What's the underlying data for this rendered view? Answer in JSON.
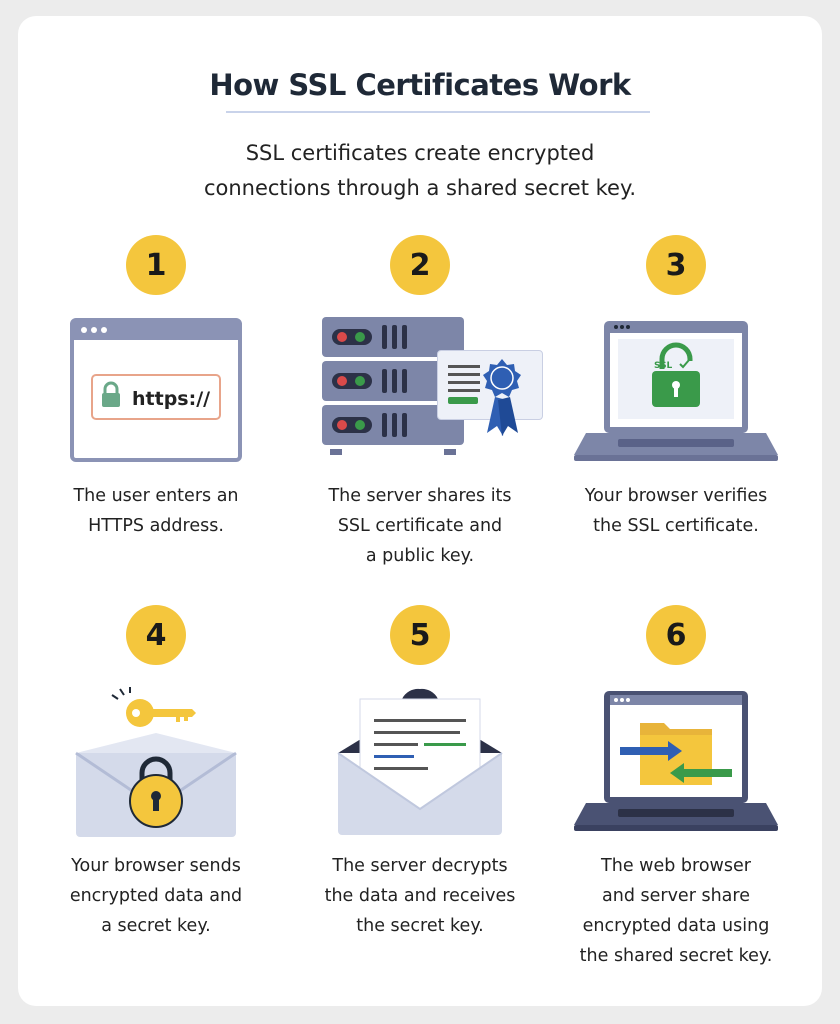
{
  "title": "How SSL Certificates Work",
  "subtitle_line1": "SSL certificates create encrypted",
  "subtitle_line2": "connections through a shared secret key.",
  "colors": {
    "badge": "#f4c63d",
    "frame": "#8b93b5",
    "accent_green": "#3a9a4a",
    "accent_red": "#d94a4a",
    "envelope": "#d4daea",
    "blue_arrow": "#2f5fb3",
    "green_arrow": "#3a9a4a"
  },
  "steps": [
    {
      "number": "1",
      "lines": [
        "The user enters an",
        "HTTPS address."
      ],
      "url_text": "https://"
    },
    {
      "number": "2",
      "lines": [
        "The server shares its",
        "SSL certificate and",
        "a public key."
      ]
    },
    {
      "number": "3",
      "lines": [
        "Your browser verifies",
        "the SSL certificate."
      ],
      "lock_text": "SSL"
    },
    {
      "number": "4",
      "lines": [
        "Your browser sends",
        "encrypted data and",
        "a secret key."
      ]
    },
    {
      "number": "5",
      "lines": [
        "The server decrypts",
        "the data and receives",
        "the secret key."
      ]
    },
    {
      "number": "6",
      "lines": [
        "The web browser",
        "and server share",
        "encrypted data using",
        "the shared secret key."
      ]
    }
  ]
}
